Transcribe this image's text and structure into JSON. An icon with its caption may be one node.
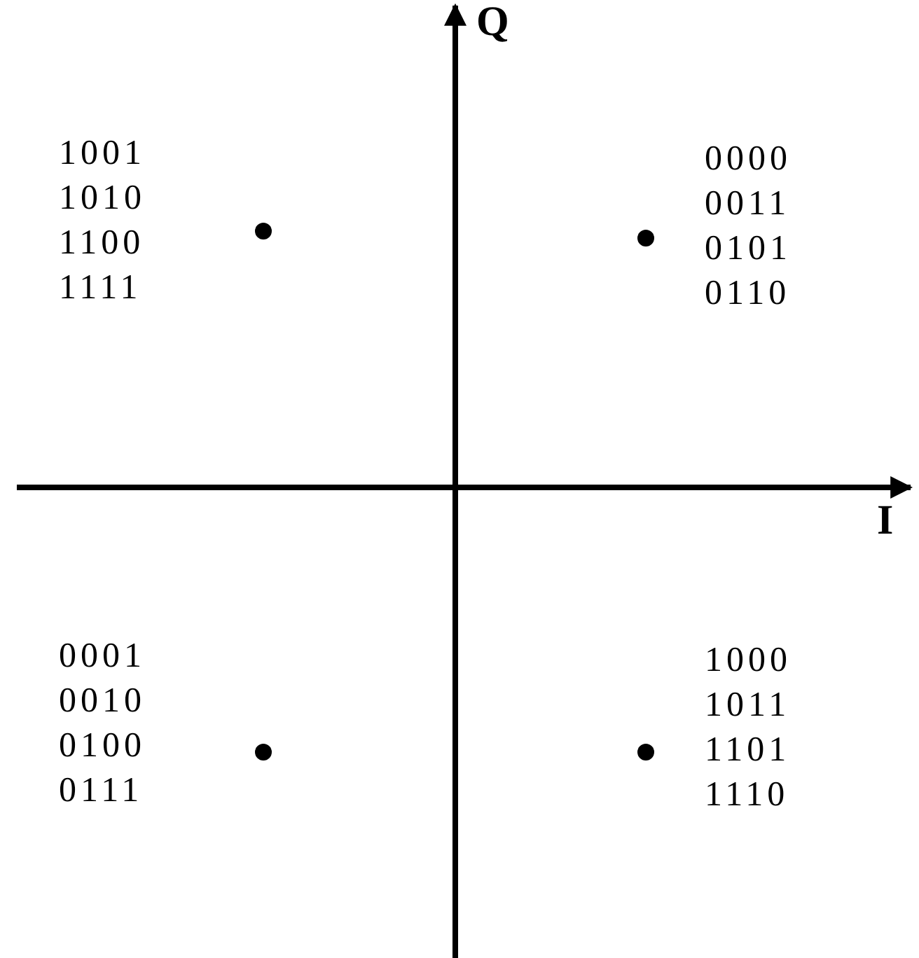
{
  "diagram": {
    "labels": [
      "Q",
      "1001",
      "1010",
      "1100",
      "1111",
      "0000",
      "0011",
      "0101",
      "0110",
      "I",
      "0001",
      "0010",
      "0100",
      "0111",
      "1000",
      "1011",
      "1101",
      "1110"
    ]
  }
}
